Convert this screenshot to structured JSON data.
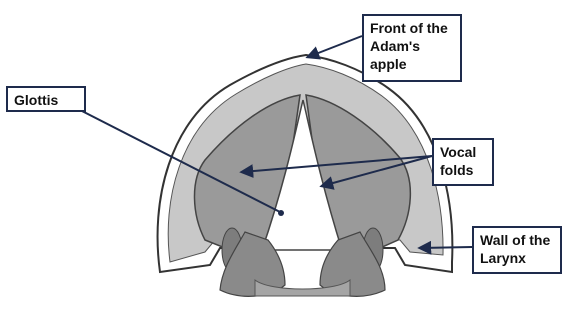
{
  "labels": {
    "glottis": "Glottis",
    "adams_apple": [
      "Front of the",
      "Adam's",
      "apple"
    ],
    "vocal_folds": [
      "Vocal",
      "folds"
    ],
    "larynx_wall": [
      "Wall of the",
      "Larynx"
    ]
  },
  "colors": {
    "outline": "#333333",
    "outer_fill": "#c8c8c8",
    "fold_fill": "#9a9a9a",
    "cartilage_fill": "#7d7d7d",
    "leader_line": "#1e2b4c",
    "label_border": "#1e2b4c"
  }
}
